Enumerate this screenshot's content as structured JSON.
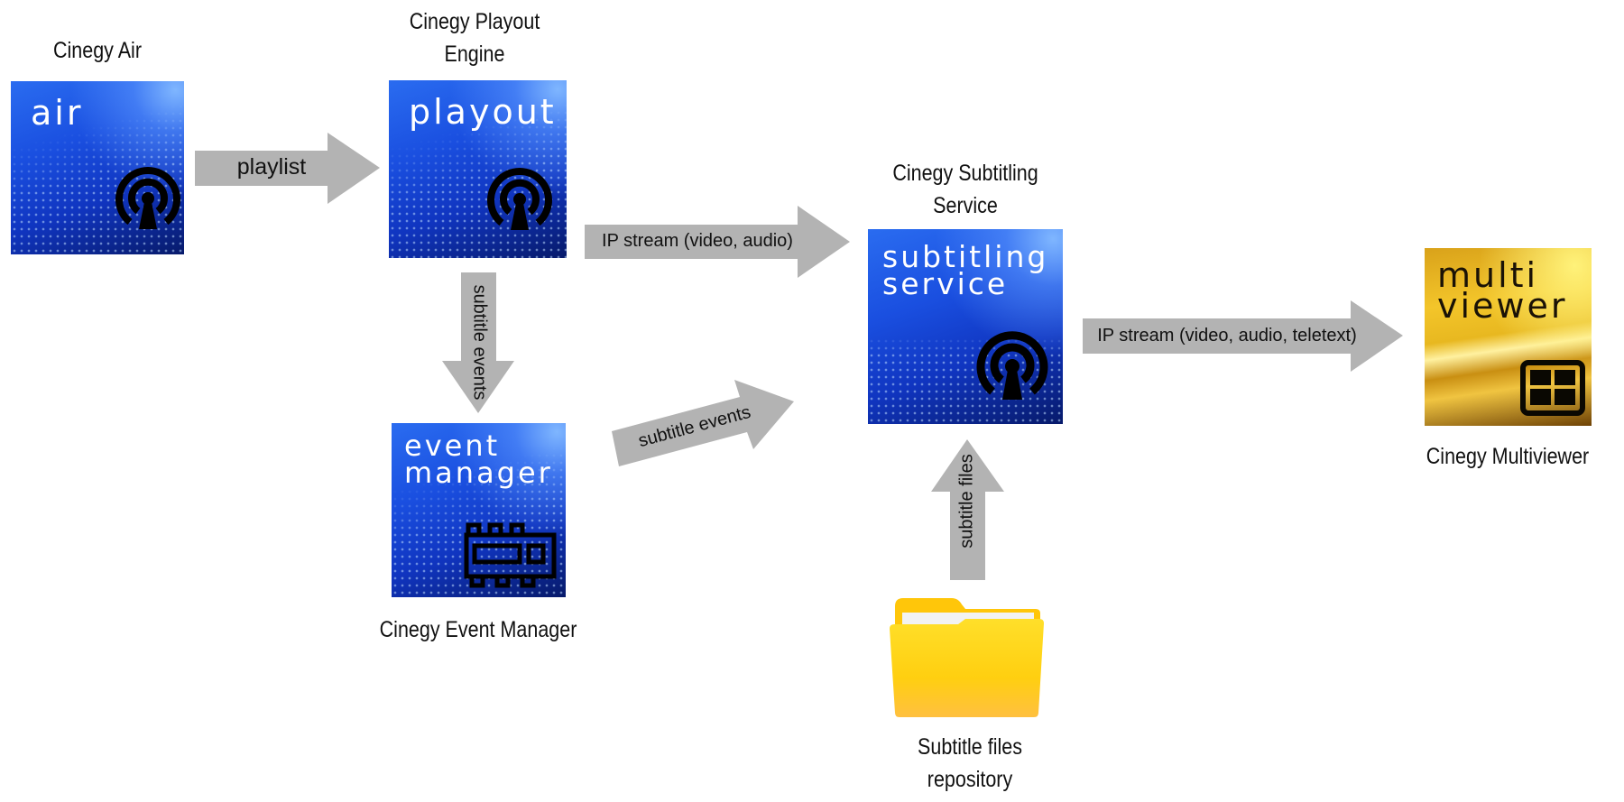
{
  "nodes": {
    "air": {
      "label": "Cinegy Air",
      "tile_text": "air",
      "icon": "broadcast-antenna-icon"
    },
    "playout": {
      "label_line1": "Cinegy Playout",
      "label_line2": "Engine",
      "tile_text": "playout",
      "icon": "broadcast-antenna-icon"
    },
    "event_manager": {
      "label": "Cinegy Event Manager",
      "tile_text_line1": "event",
      "tile_text_line2": "manager",
      "icon": "event-blocks-icon"
    },
    "subtitling": {
      "label_line1": "Cinegy Subtitling",
      "label_line2": "Service",
      "tile_text_line1": "subtitling",
      "tile_text_line2": "service",
      "icon": "broadcast-antenna-icon"
    },
    "repository": {
      "label_line1": "Subtitle files",
      "label_line2": "repository",
      "icon": "folder-icon"
    },
    "multiviewer": {
      "label": "Cinegy Multiviewer",
      "tile_text_line1": "multi",
      "tile_text_line2": "viewer",
      "icon": "grid-layout-icon"
    }
  },
  "edges": {
    "air_to_playout": "playlist",
    "playout_to_subtitling": "IP stream (video, audio)",
    "playout_to_event_manager": "subtitle events",
    "event_manager_to_subtitling": "subtitle events",
    "repository_to_subtitling": "subtitle files",
    "subtitling_to_multiviewer": "IP stream (video, audio, teletext)"
  },
  "colors": {
    "arrow": "#b3b3b3",
    "tile_blue": "#1a4fe0",
    "tile_gold": "#e8b820",
    "folder": "#ffd21a"
  }
}
